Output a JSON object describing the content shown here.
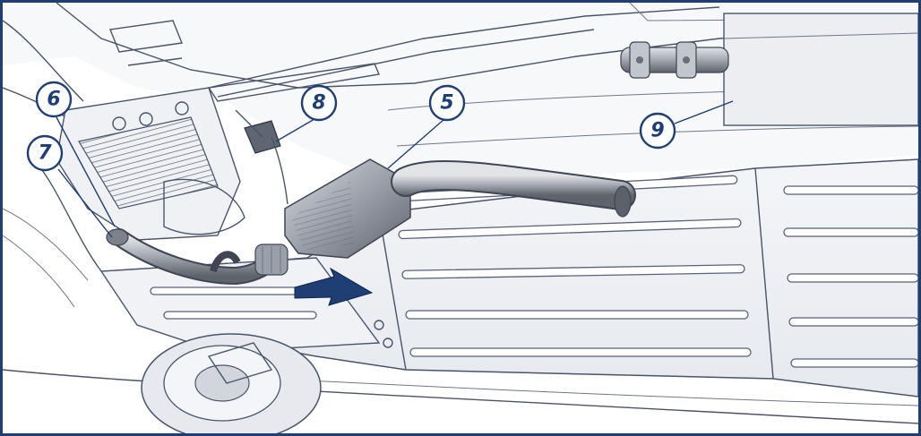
{
  "colors": {
    "border": "#1f3f74",
    "callout": "#1f3f74",
    "arrow": "#1f3f74",
    "panel": "#eef0f5",
    "pipe": "#8d929b"
  },
  "callouts": {
    "c5": "5",
    "c6": "6",
    "c7": "7",
    "c8": "8",
    "c9": "9"
  }
}
